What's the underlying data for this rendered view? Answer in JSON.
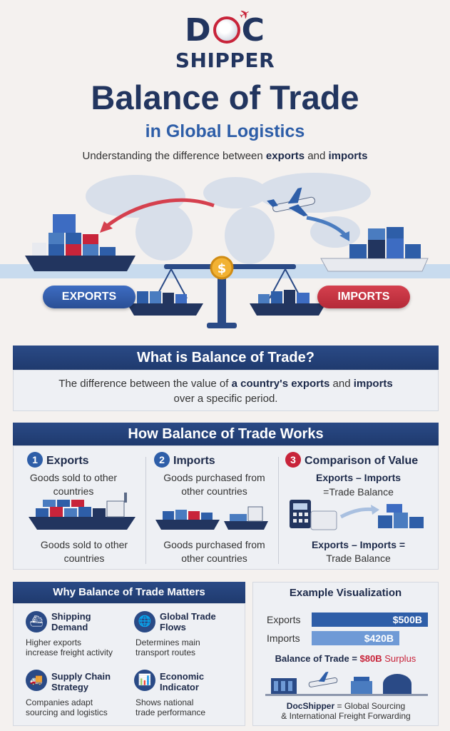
{
  "logo": {
    "top": "D  C",
    "left_letter": "D",
    "right_letter": "C",
    "bottom": "SHIPPER"
  },
  "title": "Balance of Trade",
  "subtitle": "in Global Logistics",
  "tagline": {
    "prefix": "Understanding the difference between ",
    "exports": "exports",
    "and": " and ",
    "imports": "imports"
  },
  "hero": {
    "exports_label": "EXPORTS",
    "imports_label": "IMPORTS",
    "coin_symbol": "$"
  },
  "what": {
    "heading": "What is Balance of Trade?",
    "line_prefix": "The difference between the value of ",
    "line_bold": "a country's exports",
    "line_and": " and ",
    "line_bold2": "imports",
    "line2": "over a specific period."
  },
  "how": {
    "heading": "How Balance of Trade Works",
    "exports": {
      "num": "1",
      "title": "Exports",
      "text_top": "Goods sold to other countries",
      "text_bottom": "Goods sold to other countries"
    },
    "imports": {
      "num": "2",
      "title": "Imports",
      "text_top": "Goods purchased from other countries",
      "text_bottom": "Goods purchased from other countries"
    },
    "comparison": {
      "num": "3",
      "title": "Comparison of Value",
      "formula_top_1": "Exports – Imports",
      "formula_top_2": "=Trade Balance",
      "formula_bottom_1": "Exports – Imports =",
      "formula_bottom_2": "Trade Balance"
    }
  },
  "why": {
    "heading": "Why Balance of Trade Matters",
    "items": [
      {
        "title_1": "Shipping",
        "title_2": "Demand",
        "text_1": "Higher exports",
        "text_2": "increase freight activity",
        "icon": "ship-icon"
      },
      {
        "title_1": "Global Trade",
        "title_2": "Flows",
        "text_1": "Determines main",
        "text_2": "transport routes",
        "icon": "globe-icon"
      },
      {
        "title_1": "Supply Chain",
        "title_2": "Strategy",
        "text_1": "Companies adapt",
        "text_2": "sourcing and logistics",
        "icon": "truck-icon"
      },
      {
        "title_1": "Economic",
        "title_2": "Indicator",
        "text_1": "Shows national",
        "text_2": "trade performance",
        "icon": "chart-icon"
      }
    ]
  },
  "example": {
    "heading": "Example Visualization",
    "exports_label": "Exports",
    "exports_value": "$500B",
    "exports_amount": 500,
    "imports_label": "Imports",
    "imports_value": "$420B",
    "imports_amount": 420,
    "balance_prefix": "Balance of Trade = ",
    "balance_value": "$80B",
    "balance_suffix": " Surplus",
    "foot_brand": "DocShipper",
    "foot_1": " = Global Sourcing",
    "foot_2": "& International Freight Forwarding"
  },
  "colors": {
    "navy": "#22355f",
    "blue": "#2e5ea8",
    "red": "#c8243a"
  }
}
